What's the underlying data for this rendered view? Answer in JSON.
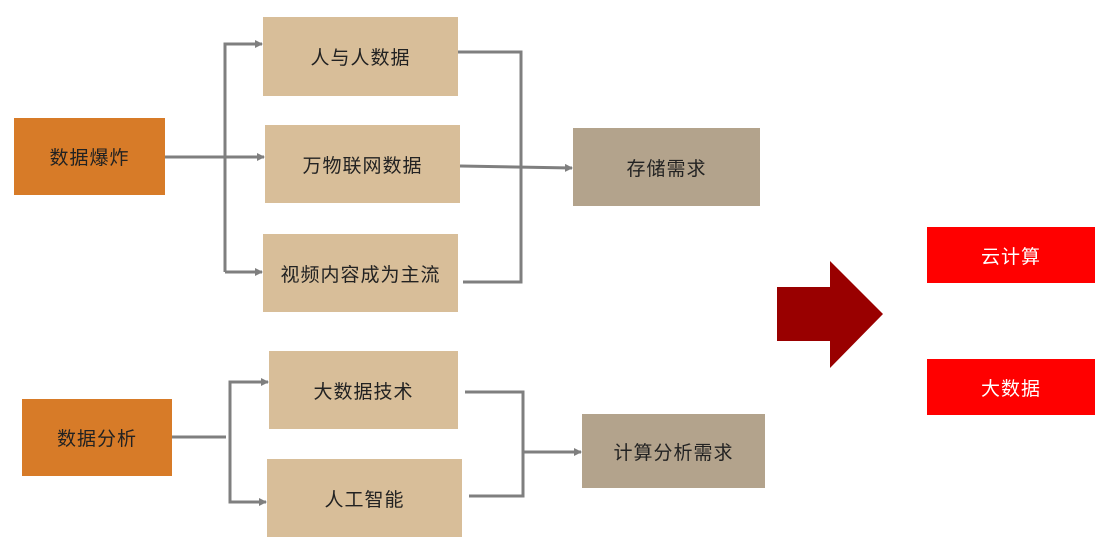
{
  "nodes": {
    "data_explosion": "数据爆炸",
    "person_to_person": "人与人数据",
    "iot_data": "万物联网数据",
    "video_mainstream": "视频内容成为主流",
    "storage_demand": "存储需求",
    "data_analysis": "数据分析",
    "big_data_tech": "大数据技术",
    "ai": "人工智能",
    "compute_demand": "计算分析需求",
    "cloud_computing": "云计算",
    "big_data": "大数据"
  },
  "colors": {
    "source": "#d77b28",
    "intermediate": "#d8be99",
    "demand": "#b3a38c",
    "arrow": "#990000",
    "result": "#ff0000",
    "connector": "#7f7f7f"
  }
}
